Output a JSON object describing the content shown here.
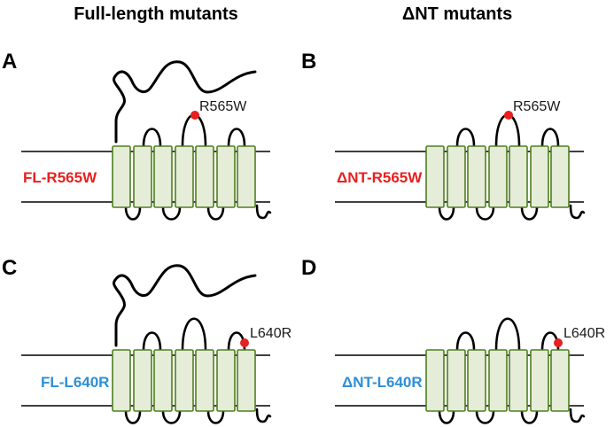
{
  "columns": {
    "left_title": "Full-length mutants",
    "right_title": "ΔNT mutants"
  },
  "panels": [
    {
      "letter": "A",
      "construct": "FL-R565W",
      "construct_color": "#e8201f",
      "mutation": "R565W",
      "mutation_site": "extracellular-loop-2",
      "has_n_terminus": true
    },
    {
      "letter": "B",
      "construct": "ΔNT-R565W",
      "construct_color": "#e8201f",
      "mutation": "R565W",
      "mutation_site": "extracellular-loop-2",
      "has_n_terminus": false
    },
    {
      "letter": "C",
      "construct": "FL-L640R",
      "construct_color": "#2e8fd6",
      "mutation": "L640R",
      "mutation_site": "extracellular-loop-3",
      "has_n_terminus": true
    },
    {
      "letter": "D",
      "construct": "ΔNT-L640R",
      "construct_color": "#2e8fd6",
      "mutation": "L640R",
      "mutation_site": "extracellular-loop-3",
      "has_n_terminus": false
    }
  ],
  "colors": {
    "helix_fill": "#e5ecd8",
    "helix_stroke": "#4e7f21",
    "mutation_dot": "#e8201f"
  }
}
